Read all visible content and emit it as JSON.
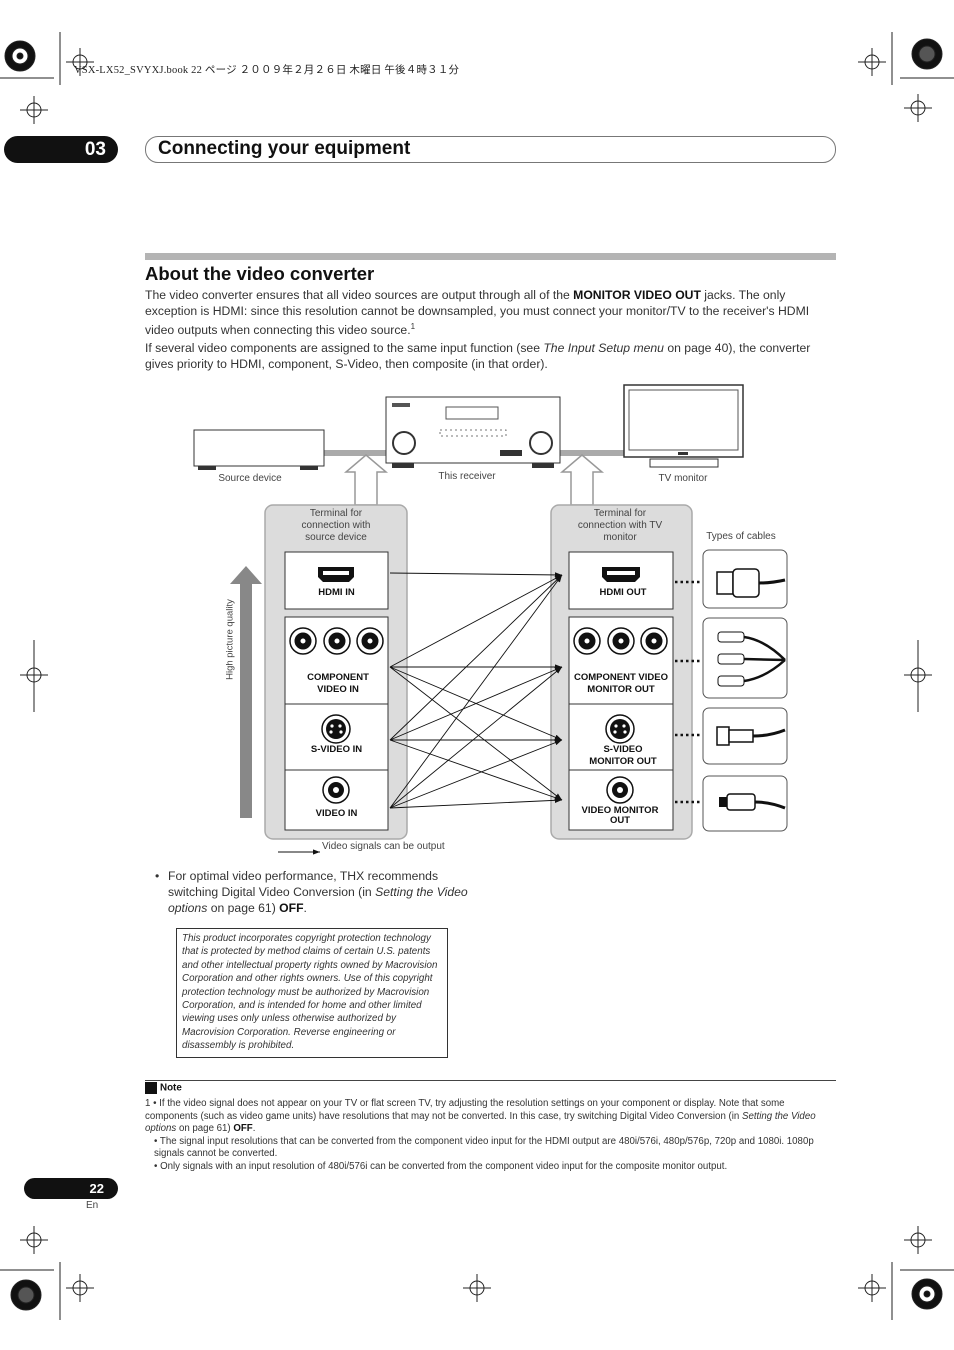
{
  "header": {
    "book_line": "VSX-LX52_SVYXJ.book  22 ページ  ２００９年２月２６日  木曜日  午後４時３１分"
  },
  "chapter": {
    "number": "03",
    "title": "Connecting your equipment"
  },
  "section": {
    "title": "About the video converter"
  },
  "intro": {
    "p1_a": "The video converter ensures that all video sources are output through all of the ",
    "p1_bold": "MONITOR VIDEO OUT",
    "p1_b": " jacks. The only exception is HDMI: since this resolution cannot be downsampled, you must connect your monitor/TV to the receiver's HDMI video outputs when connecting this video source.",
    "p1_sup": "1",
    "p2_a": "If several video components are assigned to the same input function (see ",
    "p2_italic": "The Input Setup menu",
    "p2_b": " on page 40), the converter gives priority to HDMI, component, S-Video, then composite (in that order)."
  },
  "diagram": {
    "source_device": "Source device",
    "this_receiver": "This receiver",
    "tv_monitor": "TV monitor",
    "terminal_source": "Terminal for connection with source device",
    "terminal_tv": "Terminal for connection with TV monitor",
    "types_of_cables": "Types of cables",
    "quality_axis": "High picture quality",
    "signals_legend": "Video signals can be output",
    "inputs": [
      "HDMI IN",
      "COMPONENT VIDEO IN",
      "S-VIDEO IN",
      "VIDEO IN"
    ],
    "outputs": [
      "HDMI OUT",
      "COMPONENT VIDEO MONITOR OUT",
      "S-VIDEO MONITOR OUT",
      "VIDEO MONITOR OUT"
    ]
  },
  "bullet": {
    "a": "For optimal video performance, THX recommends switching Digital Video Conversion (in ",
    "italic": "Setting the Video options",
    "b": " on page 61) ",
    "bold": "OFF",
    "c": "."
  },
  "copyright_notice": "This product incorporates copyright protection technology that is protected by method claims of certain U.S. patents and other intellectual property rights owned by Macrovision Corporation and other rights owners. Use of this copyright protection technology must be authorized by Macrovision Corporation, and is intended for home and other limited viewing uses only unless otherwise authorized by Macrovision Corporation. Reverse engineering or disassembly is prohibited.",
  "note": {
    "heading": "Note",
    "n1_a": "1  • If the video signal does not appear on your TV or flat screen TV, try adjusting the resolution settings on your component or display. Note that some components (such as video game units) have resolutions that may not be converted. In this case, try switching Digital Video Conversion (in ",
    "n1_italic": "Setting the Video options",
    "n1_b": " on page 61) ",
    "n1_bold": "OFF",
    "n1_c": ".",
    "n2": "• The signal input resolutions that can be converted from the component video input for the HDMI output are 480i/576i, 480p/576p, 720p and 1080i. 1080p signals cannot be converted.",
    "n3": "• Only signals with an input resolution of 480i/576i can be converted from the component video input for the composite monitor output."
  },
  "footer": {
    "page": "22",
    "lang": "En"
  }
}
